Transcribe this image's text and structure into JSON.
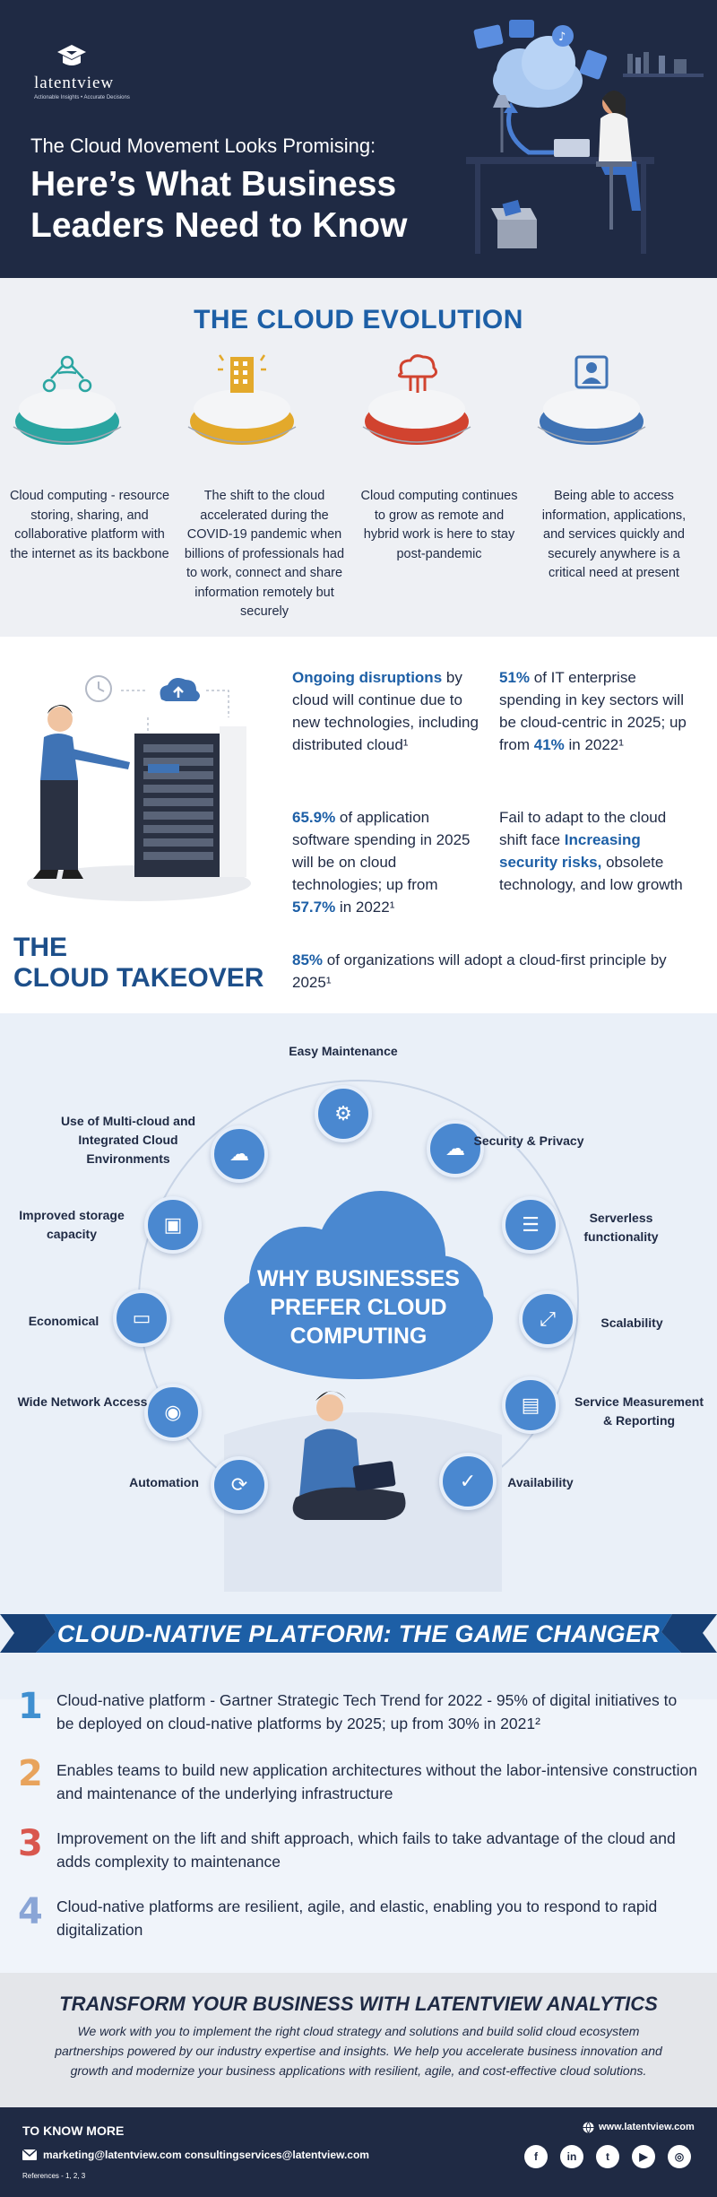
{
  "header": {
    "logo": "latentview",
    "logo_tagline": "Actionable Insights • Accurate Decisions",
    "subtitle": "The Cloud Movement Looks Promising:",
    "title": "Here’s What Business Leaders Need to Know"
  },
  "evolution": {
    "title": "THE CLOUD EVOLUTION",
    "items": [
      {
        "icon": "people-network-icon",
        "color": "#2aa5a1",
        "text": "Cloud computing - resource storing, sharing, and collaborative platform with the internet as its backbone"
      },
      {
        "icon": "office-building-icon",
        "color": "#e3a92b",
        "text": "The shift to the cloud accelerated during the COVID-19 pandemic when billions of professionals had to work, connect and share information remotely but securely"
      },
      {
        "icon": "cloud-network-icon",
        "color": "#d1432f",
        "text": "Cloud computing continues to grow as remote and hybrid work is here to stay post-pandemic"
      },
      {
        "icon": "user-profile-icon",
        "color": "#3f73b5",
        "text": "Being able to access information, applications, and services quickly and securely anywhere is a critical need at present"
      }
    ]
  },
  "takeover": {
    "title_line1": "THE",
    "title_line2": "CLOUD TAKEOVER",
    "facts": [
      {
        "hl": "Ongoing disruptions",
        "rest": " by cloud will continue due to new technologies, including distributed cloud¹"
      },
      {
        "hl": "51%",
        "mid": " of IT enterprise spending in key sectors will be cloud-centric in 2025; up from ",
        "hl2": "41%",
        "rest": " in 2022¹"
      },
      {
        "hl": "65.9%",
        "mid": " of application software spending in 2025 will be on cloud technologies; up from ",
        "hl2": "57.7%",
        "rest": " in 2022¹"
      },
      {
        "pre": "Fail to adapt to the cloud shift face ",
        "hl": "Increasing security risks,",
        "rest": " obsolete technology, and low growth"
      },
      {
        "hl": "85%",
        "rest": " of organizations will adopt a cloud-first principle by 2025¹"
      }
    ]
  },
  "why": {
    "center_title": "WHY BUSINESSES PREFER CLOUD COMPUTING",
    "nodes": [
      {
        "label": "Easy Maintenance",
        "icon": "maintenance-doc-icon"
      },
      {
        "label": "Security & Privacy",
        "icon": "cloud-lock-icon"
      },
      {
        "label": "Serverless functionality",
        "icon": "server-list-icon"
      },
      {
        "label": "Scalability",
        "icon": "scale-arrow-icon"
      },
      {
        "label": "Service Measurement & Reporting",
        "icon": "report-doc-icon"
      },
      {
        "label": "Availability",
        "icon": "calendar-check-icon"
      },
      {
        "label": "Automation",
        "icon": "automation-gear-icon"
      },
      {
        "label": "Wide Network Access",
        "icon": "antenna-icon"
      },
      {
        "label": "Economical",
        "icon": "invoice-icon"
      },
      {
        "label": "Improved storage capacity",
        "icon": "storage-drive-icon"
      },
      {
        "label": "Use of Multi-cloud and Integrated Cloud Environments",
        "icon": "multi-cloud-icon"
      }
    ]
  },
  "cloud_native": {
    "title": "CLOUD-NATIVE PLATFORM: THE GAME CHANGER",
    "items": [
      {
        "num": "1",
        "color": "#3f8fd0",
        "text": "Cloud-native platform - Gartner Strategic Tech Trend for 2022 - 95% of digital initiatives to be deployed on cloud-native platforms by 2025; up from 30% in 2021²"
      },
      {
        "num": "2",
        "color": "#e8a35c",
        "text": "Enables teams to build new application architectures without the labor-intensive construction and maintenance of the underlying infrastructure"
      },
      {
        "num": "3",
        "color": "#d9574e",
        "text": "Improvement on the lift and shift approach, which fails to take advantage of the cloud and adds complexity to maintenance"
      },
      {
        "num": "4",
        "color": "#8aa5d6",
        "text": "Cloud-native platforms are resilient, agile, and elastic, enabling you to respond to rapid digitalization"
      }
    ]
  },
  "transform": {
    "title": "TRANSFORM YOUR BUSINESS WITH LATENTVIEW ANALYTICS",
    "text": "We work with you to implement the right cloud strategy and solutions and build solid cloud ecosystem partnerships powered by our industry expertise and insights. We help you accelerate business innovation and growth and modernize your business applications with resilient, agile, and cost-effective cloud solutions."
  },
  "footer": {
    "title": "TO KNOW MORE",
    "emails": "marketing@latentview.com  consultingservices@latentview.com",
    "references": "References - 1, 2, 3",
    "website": "www.latentview.com",
    "social": [
      "facebook-icon",
      "linkedin-icon",
      "twitter-icon",
      "youtube-icon",
      "instagram-icon"
    ]
  }
}
